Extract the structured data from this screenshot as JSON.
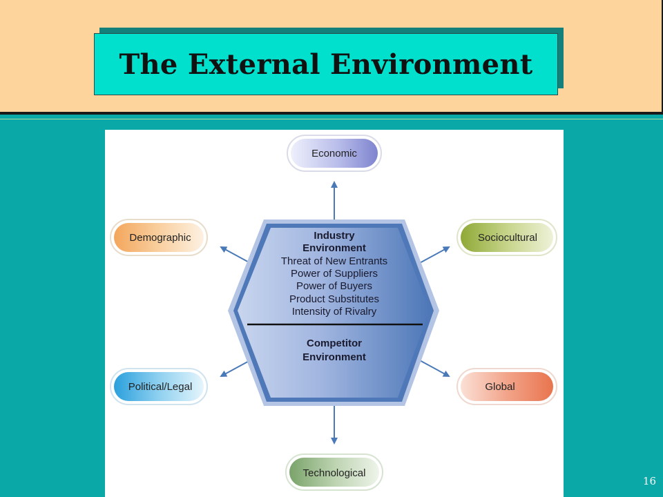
{
  "slide": {
    "title": "The External Environment",
    "page_number": "16"
  },
  "diagram": {
    "segments": [
      {
        "label": "Economic",
        "color": "#7e84cf"
      },
      {
        "label": "Demographic",
        "color": "#f3a65c"
      },
      {
        "label": "Sociocultural",
        "color": "#8fa936"
      },
      {
        "label": "Political/Legal",
        "color": "#2aa0dc"
      },
      {
        "label": "Global",
        "color": "#e8744e"
      },
      {
        "label": "Technological",
        "color": "#7aa36a"
      }
    ],
    "hexagon": {
      "industry_title_1": "Industry",
      "industry_title_2": "Environment",
      "forces": [
        "Threat of New Entrants",
        "Power of Suppliers",
        "Power of Buyers",
        "Product Substitutes",
        "Intensity of Rivalry"
      ],
      "competitor_title_1": "Competitor",
      "competitor_title_2": "Environment"
    }
  },
  "colors": {
    "background": "#0aa8a6",
    "top_band": "#fdd49b",
    "title_box": "#00e0cc",
    "arrow": "#4a79b8",
    "hexagon_dark": "#4e78b8",
    "hexagon_light": "#c4d2ec"
  }
}
